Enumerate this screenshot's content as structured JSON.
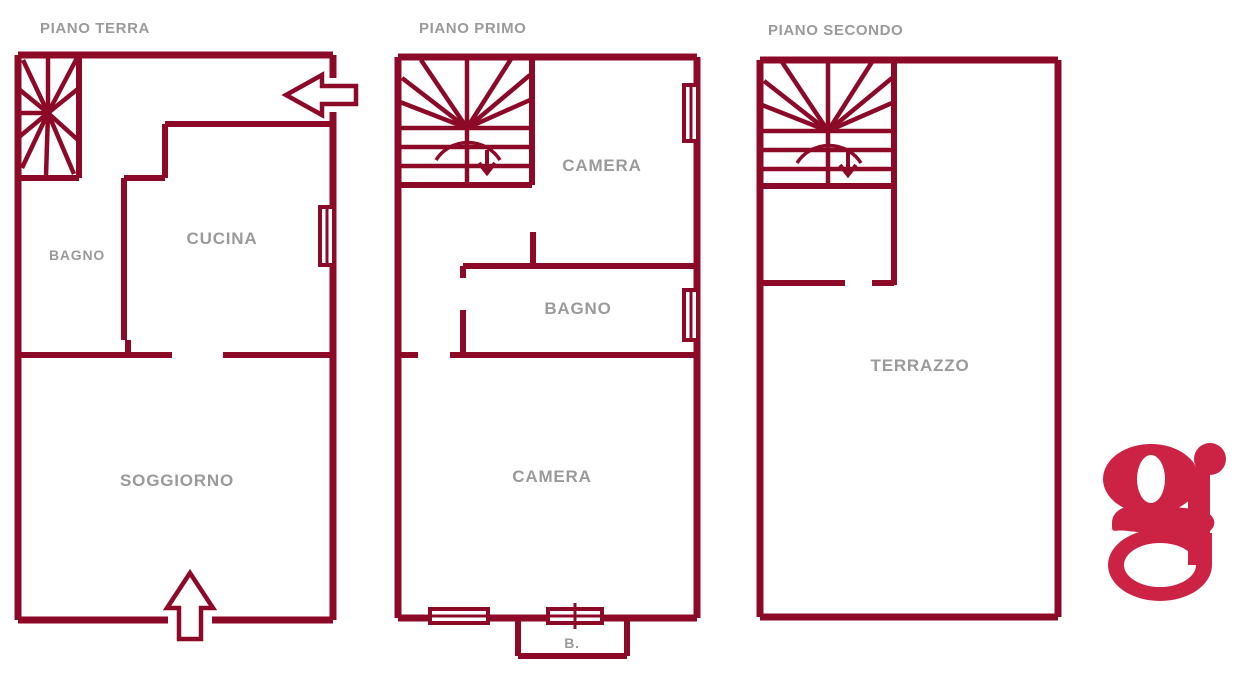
{
  "document": {
    "type": "floor-plan",
    "language": "it",
    "background_color": "#ffffff",
    "wall_color": "#8c0a28",
    "label_color": "#9a9a9a",
    "logo_color": "#cc2244"
  },
  "floors": [
    {
      "id": "piano-terra",
      "title": "PIANO TERRA",
      "rooms": [
        {
          "name": "BAGNO",
          "label": "BAGNO",
          "size": "sm"
        },
        {
          "name": "CUCINA",
          "label": "CUCINA",
          "size": "lg"
        },
        {
          "name": "SOGGIORNO",
          "label": "SOGGIORNO",
          "size": "lg"
        }
      ],
      "features": [
        "spiral-staircase",
        "entrance-arrow-up",
        "access-arrow-left",
        "window"
      ]
    },
    {
      "id": "piano-primo",
      "title": "PIANO PRIMO",
      "rooms": [
        {
          "name": "CAMERA-ALTO",
          "label": "CAMERA",
          "size": "lg"
        },
        {
          "name": "BAGNO",
          "label": "BAGNO",
          "size": "lg"
        },
        {
          "name": "CAMERA-BASSO",
          "label": "CAMERA",
          "size": "lg"
        },
        {
          "name": "BALCONE",
          "label": "B.",
          "size": "sm"
        }
      ],
      "features": [
        "staircase-down",
        "windows",
        "balcony"
      ]
    },
    {
      "id": "piano-secondo",
      "title": "PIANO SECONDO",
      "rooms": [
        {
          "name": "TERRAZZO",
          "label": "TERRAZZO",
          "size": "lg"
        }
      ],
      "features": [
        "staircase-down",
        "terrace"
      ]
    }
  ],
  "labels": {
    "terra_bagno": "BAGNO",
    "terra_cucina": "CUCINA",
    "terra_soggiorno": "SOGGIORNO",
    "primo_camera_top": "CAMERA",
    "primo_bagno": "BAGNO",
    "primo_camera_bottom": "CAMERA",
    "primo_balcone": "B.",
    "secondo_terrazzo": "TERRAZZO"
  },
  "titles": {
    "terra": "PIANO TERRA",
    "primo": "PIANO PRIMO",
    "secondo": "PIANO SECONDO"
  },
  "logo": {
    "name": "g",
    "text": "g"
  }
}
